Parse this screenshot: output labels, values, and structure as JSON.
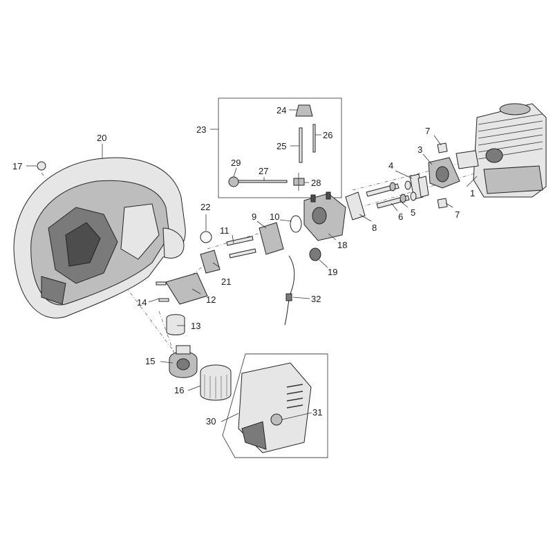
{
  "callouts": {
    "c1": "1",
    "c3": "3",
    "c4": "4",
    "c5": "5",
    "c6": "6",
    "c7a": "7",
    "c7b": "7",
    "c8": "8",
    "c9": "9",
    "c10": "10",
    "c11": "11",
    "c12": "12",
    "c13": "13",
    "c14": "14",
    "c15": "15",
    "c16": "16",
    "c17": "17",
    "c18": "18",
    "c19": "19",
    "c20": "20",
    "c21": "21",
    "c22": "22",
    "c23": "23",
    "c24": "24",
    "c25": "25",
    "c26": "26",
    "c27": "27",
    "c28": "28",
    "c29": "29",
    "c30": "30",
    "c31": "31",
    "c32": "32"
  },
  "colors": {
    "line": "#222222",
    "fill_light": "#e6e6e6",
    "fill_mid": "#bdbdbd",
    "fill_dark": "#7a7a7a"
  }
}
